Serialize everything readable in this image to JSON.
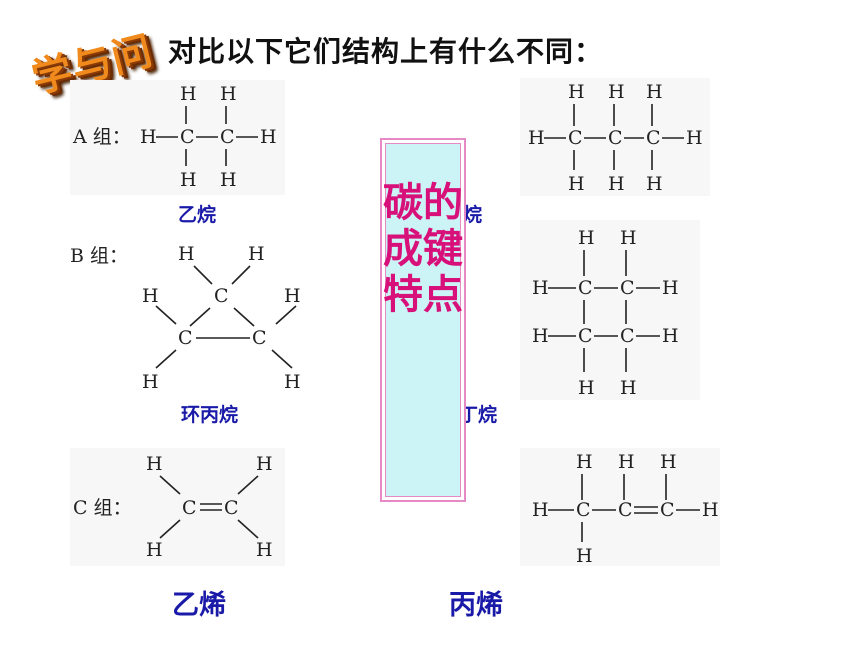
{
  "badge": {
    "text": "学与问"
  },
  "heading": "对比以下它们结构上有什么不同：",
  "center_label": "碳的成键特点",
  "groups": {
    "a": {
      "label": "A 组：",
      "left_name": "乙烷",
      "right_name_visible": "烷"
    },
    "b": {
      "label": "B 组：",
      "left_name": "环丙烷",
      "right_name_visible": "环丁烷"
    },
    "c": {
      "label": "C 组：",
      "left_name": "乙烯",
      "right_name": "丙烯"
    }
  },
  "atoms": {
    "carbon": "C",
    "hydrogen": "H"
  }
}
